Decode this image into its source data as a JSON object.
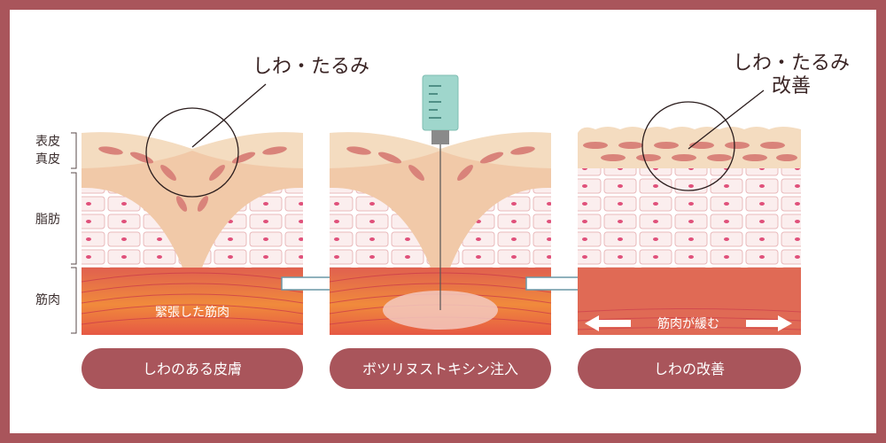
{
  "labels": {
    "epidermis": "表皮",
    "dermis": "真皮",
    "fat": "脂肪",
    "muscle": "筋肉"
  },
  "panels": [
    {
      "caption": "しわのある皮膚",
      "muscle_text": "緊張した筋肉",
      "callout": [
        "しわ・たるみ"
      ]
    },
    {
      "caption": "ボツリヌストキシン注入"
    },
    {
      "caption": "しわの改善",
      "muscle_text": "筋肉が緩む",
      "callout": [
        "しわ・たるみ",
        "改善"
      ]
    }
  ],
  "colors": {
    "frame": "#a9555b",
    "pill": "#a9555b",
    "epidermis": "#f4dcc0",
    "dermis": "#f1c9a8",
    "fat": "#f6d6d4",
    "muscle": "#d9534f",
    "syringe": "#9fd6cc",
    "arrow": "#6a97a6"
  }
}
